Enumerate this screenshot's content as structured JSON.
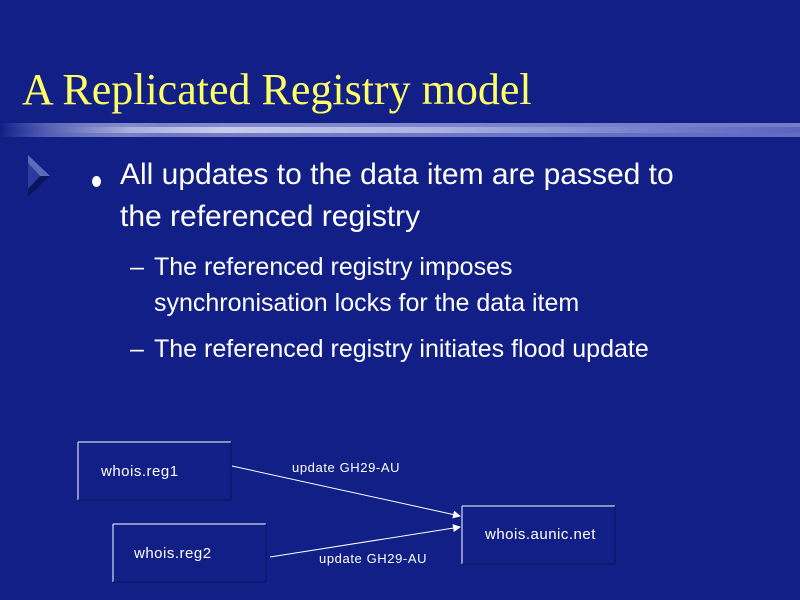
{
  "slide": {
    "title": "A Replicated Registry model",
    "bullet": "All updates to the data item are passed to the referenced registry",
    "sub_bullets": [
      {
        "dash": "–",
        "text": "The referenced registry imposes synchronisation locks for the data item"
      },
      {
        "dash": "–",
        "text": "The referenced registry initiates flood update"
      }
    ]
  },
  "diagram": {
    "nodes": {
      "reg1": "whois.reg1",
      "reg2": "whois.reg2",
      "aunic": "whois.aunic.net"
    },
    "edges": [
      {
        "from": "whois.reg1",
        "to": "whois.aunic.net",
        "label": "update GH29-AU"
      },
      {
        "from": "whois.reg2",
        "to": "whois.aunic.net",
        "label": "update GH29-AU"
      }
    ]
  },
  "colors": {
    "background": "#111f86",
    "title": "#ffff66",
    "text": "#ffffff"
  }
}
